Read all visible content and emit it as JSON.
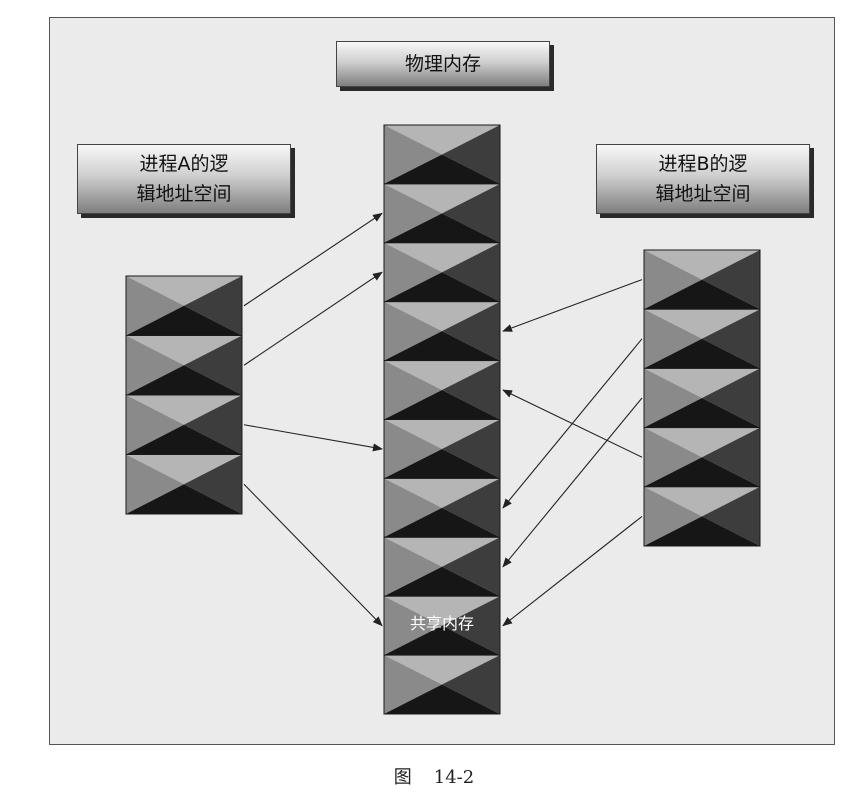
{
  "physical_memory_label": "物理内存",
  "process_a_label": {
    "line1": "进程A的逻",
    "line2": "辑地址空间"
  },
  "process_b_label": {
    "line1": "进程B的逻",
    "line2": "辑地址空间"
  },
  "shared_memory_label": "共享内存",
  "caption": {
    "prefix": "图",
    "number": "14-2"
  },
  "colors": {
    "frame_background": "#ebebeb",
    "triangle_top": "#b5b5b5",
    "triangle_left": "#8a8a8a",
    "triangle_right": "#3d3d3d",
    "triangle_bottom": "#161616",
    "arrow": "#222222"
  },
  "memory_blocks": {
    "physical_pages": 10,
    "process_a_pages": 4,
    "process_b_pages": 5
  },
  "mappings": [
    {
      "from": "process_a",
      "from_page": 1,
      "to_page": 2
    },
    {
      "from": "process_a",
      "from_page": 2,
      "to_page": 3
    },
    {
      "from": "process_a",
      "from_page": 3,
      "to_page": 6
    },
    {
      "from": "process_a",
      "from_page": 4,
      "to_page": 9
    },
    {
      "from": "process_b",
      "from_page": 1,
      "to_page": 4
    },
    {
      "from": "process_b",
      "from_page": 2,
      "to_page": 7
    },
    {
      "from": "process_b",
      "from_page": 3,
      "to_page": 8
    },
    {
      "from": "process_b",
      "from_page": 4,
      "to_page": 5
    },
    {
      "from": "process_b",
      "from_page": 5,
      "to_page": 9
    }
  ]
}
